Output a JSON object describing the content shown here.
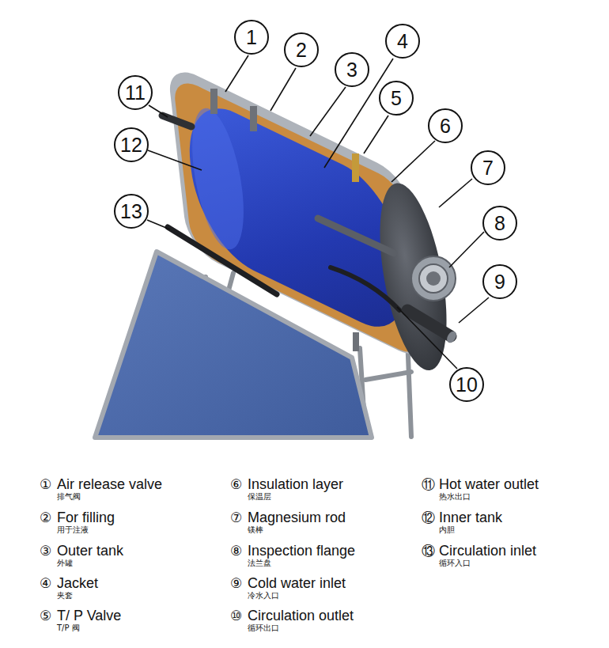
{
  "diagram": {
    "nodes": [
      {
        "text": [
          "1"
        ]
      },
      {
        "text": [
          "2"
        ]
      },
      {
        "text": [
          "3"
        ]
      },
      {
        "text": [
          "4"
        ]
      },
      {
        "text": [
          "5"
        ]
      },
      {
        "text": [
          "6"
        ]
      },
      {
        "text": [
          "7"
        ]
      },
      {
        "text": [
          "8"
        ]
      },
      {
        "text": [
          "9"
        ]
      },
      {
        "text": [
          "10"
        ]
      },
      {
        "text": [
          "11"
        ]
      },
      {
        "text": [
          "12"
        ]
      },
      {
        "text": [
          "13"
        ]
      }
    ],
    "labels": [
      "①",
      "Air release valve",
      "排气阀",
      "②",
      "For filling",
      "用于注液",
      "③",
      "Outer tank",
      "外罐",
      "④",
      "Jacket",
      "夹套",
      "⑤",
      "T/ P Valve",
      "T/P 阀",
      "⑥",
      "Insulation layer",
      "保温层",
      "⑦",
      "Magnesium rod",
      "镁棒",
      "⑧",
      "Inspection flange",
      "法兰盘",
      "⑨",
      "Cold water inlet",
      "冷水入口",
      "⑩",
      "Circulation outlet",
      "循环出口",
      "⑪",
      "Hot water outlet",
      "热水出口",
      "⑫",
      "Inner tank",
      "内胆",
      "⑬",
      "Circulation inlet",
      "循环入口"
    ]
  }
}
